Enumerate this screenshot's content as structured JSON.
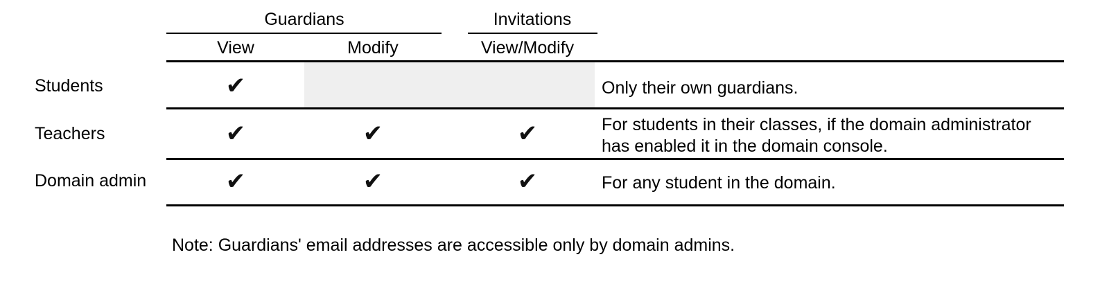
{
  "table": {
    "column_groups": [
      {
        "label": "Guardians",
        "span": 2
      },
      {
        "label": "Invitations",
        "span": 1
      }
    ],
    "columns": [
      {
        "label": "View",
        "group": "Guardians"
      },
      {
        "label": "Modify",
        "group": "Guardians"
      },
      {
        "label": "View/Modify",
        "group": "Invitations"
      }
    ],
    "role_column_header": "",
    "notes_column_header": "",
    "rows": [
      {
        "role": "Students",
        "guardians_view": "✔",
        "guardians_modify": "",
        "guardians_modify_state": "disabled",
        "invitations_view_modify": "",
        "invitations_view_modify_state": "disabled",
        "description": "Only their own guardians."
      },
      {
        "role": "Teachers",
        "guardians_view": "✔",
        "guardians_modify": "✔",
        "guardians_modify_state": "enabled",
        "invitations_view_modify": "✔",
        "invitations_view_modify_state": "enabled",
        "description": "For students in their classes, if the domain administrator has enabled it in the domain console."
      },
      {
        "role": "Domain admin",
        "guardians_view": "✔",
        "guardians_modify": "✔",
        "guardians_modify_state": "enabled",
        "invitations_view_modify": "✔",
        "invitations_view_modify_state": "enabled",
        "description": "For any student in the domain."
      }
    ]
  },
  "footnote": {
    "text": "Note: Guardians' email addresses are accessible only by domain admins."
  },
  "colors": {
    "text": "#000000",
    "rule": "#000000",
    "disabled_cell": "#efefef",
    "background": "#ffffff"
  }
}
